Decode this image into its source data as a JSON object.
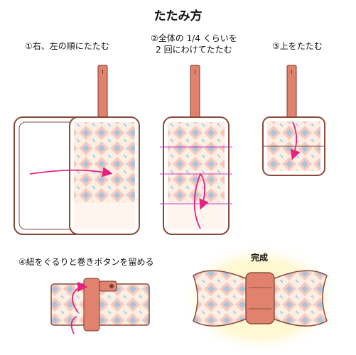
{
  "title": "たたみ方",
  "steps": [
    {
      "label": "①右、左の順にたたむ"
    },
    {
      "label_line1": "②全体の 1/4 くらいを",
      "label_line2": "2 回にわけてたたむ"
    },
    {
      "label": "③上をたたむ"
    },
    {
      "label": "④紐をぐるりと巻きボタンを留める"
    }
  ],
  "result_label": "完成",
  "colors": {
    "strap": "#e0826d",
    "strap_dark": "#7a3d2e",
    "frame": "#8a4a3b",
    "arrow": "#e8207e",
    "fold_line": "#c040c0",
    "pattern_cream": "#fbeee2",
    "pattern_pink": "#f2a9a0",
    "pattern_blue": "#8fc4e6",
    "highlight": "#fff6c2"
  }
}
